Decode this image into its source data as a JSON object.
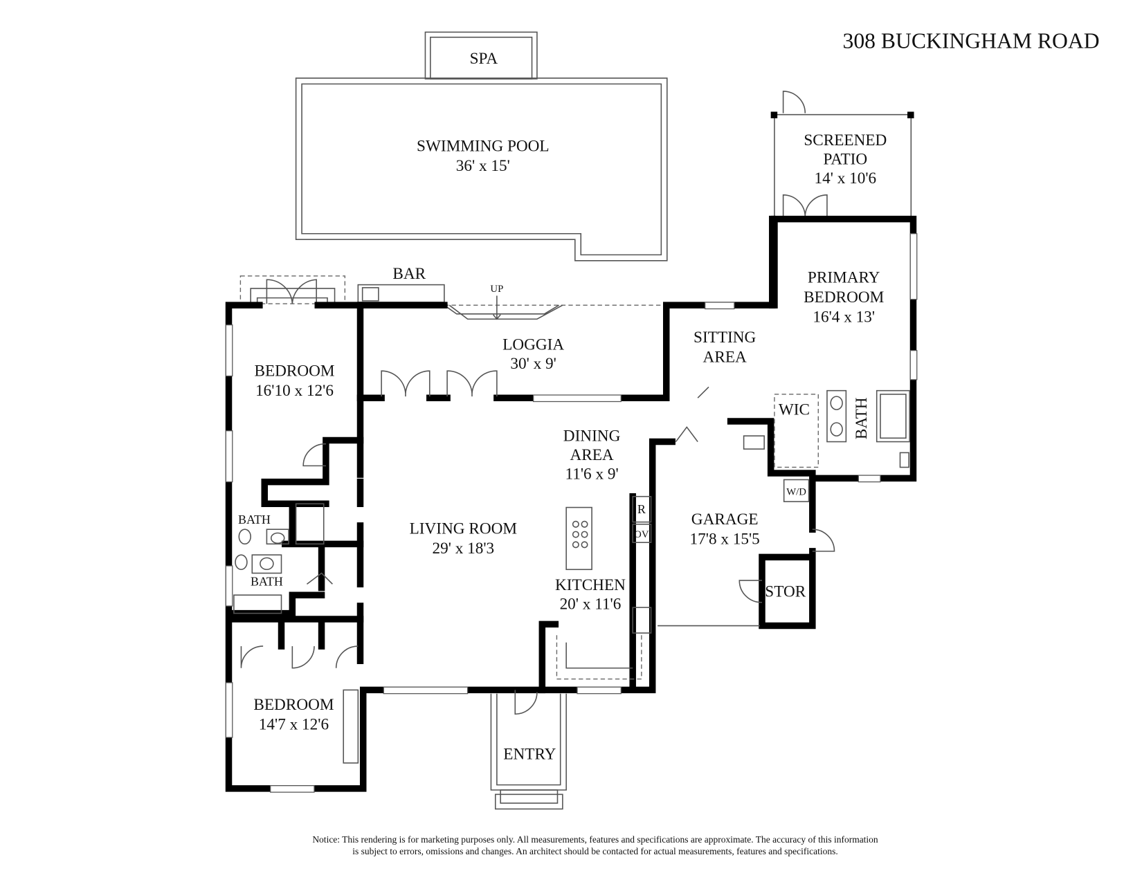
{
  "title": "308 BUCKINGHAM ROAD",
  "rooms": {
    "spa": {
      "name": "SPA"
    },
    "pool": {
      "name": "SWIMMING POOL",
      "size": "36' x 15'"
    },
    "screened_patio": {
      "name1": "SCREENED",
      "name2": "PATIO",
      "size": "14' x 10'6"
    },
    "bar": {
      "name": "BAR"
    },
    "up": {
      "name": "UP"
    },
    "loggia": {
      "name": "LOGGIA",
      "size": "30' x 9'"
    },
    "primary_bedroom": {
      "name1": "PRIMARY",
      "name2": "BEDROOM",
      "size": "16'4 x 13'"
    },
    "sitting_area": {
      "name1": "SITTING",
      "name2": "AREA"
    },
    "bedroom1": {
      "name": "BEDROOM",
      "size": "16'10 x 12'6"
    },
    "wic": {
      "name": "WIC"
    },
    "primary_bath": {
      "name": "BATH"
    },
    "dining": {
      "name1": "DINING",
      "name2": "AREA",
      "size": "11'6 x 9'"
    },
    "living": {
      "name": "LIVING ROOM",
      "size": "29' x 18'3"
    },
    "kitchen": {
      "name": "KITCHEN",
      "size": "20' x 11'6"
    },
    "refrigerator": {
      "name": "R"
    },
    "oven": {
      "name": "OV"
    },
    "wd": {
      "name": "W/D"
    },
    "garage": {
      "name": "GARAGE",
      "size": "17'8 x 15'5"
    },
    "stor": {
      "name": "STOR"
    },
    "bath1": {
      "name": "BATH"
    },
    "bath2": {
      "name": "BATH"
    },
    "bedroom2": {
      "name": "BEDROOM",
      "size": "14'7 x 12'6"
    },
    "entry": {
      "name": "ENTRY"
    }
  },
  "notice": {
    "line1": "Notice: This rendering is for marketing purposes only. All measurements, features and specifications are approximate. The accuracy of this information",
    "line2": "is subject to errors, omissions and changes. An architect should be contacted for actual measurements, features and specifications."
  }
}
